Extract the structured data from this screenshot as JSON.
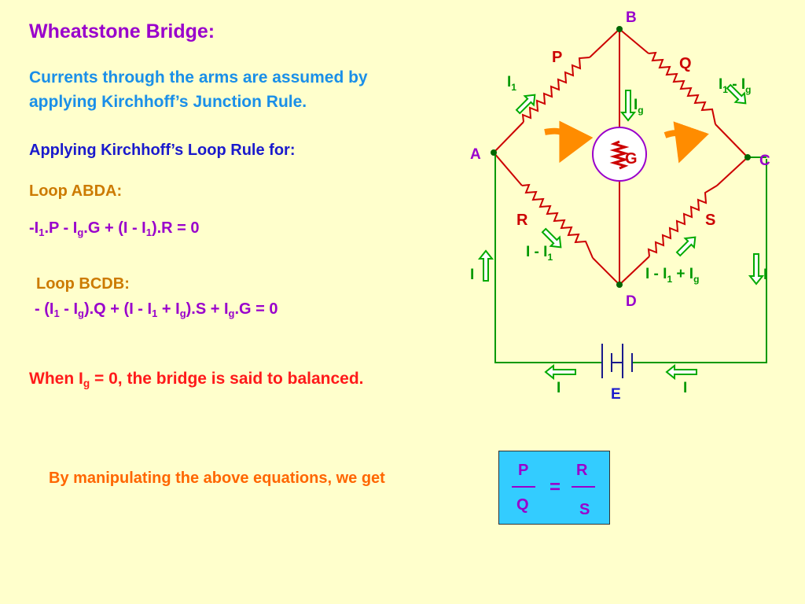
{
  "title": "Wheatstone Bridge:",
  "intro": {
    "line1": "Currents through the arms are assumed by",
    "line2": "applying Kirchhoff’s Junction Rule."
  },
  "loop_rule_heading": "Applying Kirchhoff’s Loop Rule for:",
  "loop_abda": {
    "label": "Loop ABDA:",
    "eq": [
      "-I",
      "1",
      ".P - I",
      "g",
      ".G + (I - I",
      "1",
      ").R = 0"
    ]
  },
  "loop_bcdb": {
    "label": "Loop BCDB:",
    "eq": [
      "- (I",
      "1",
      " - I",
      "g",
      ").Q + (I - I",
      "1",
      " + I",
      "g",
      ").S + I",
      "g",
      ".G = 0"
    ]
  },
  "balanced": [
    "When I",
    "g",
    " = 0, the bridge is said to balanced."
  ],
  "manipulating": "By manipulating the above equations, we get",
  "result": {
    "p": "P",
    "q": "Q",
    "equals": "=",
    "r": "R",
    "s": "S"
  },
  "diagram": {
    "nodes": {
      "a": "A",
      "b": "B",
      "c": "C",
      "d": "D",
      "e": "E"
    },
    "resistors": {
      "p": "P",
      "q": "Q",
      "r": "R",
      "s": "S",
      "g": "G"
    },
    "currents": {
      "i1": [
        "I",
        "1"
      ],
      "i1_minus_ig": [
        "I",
        "1",
        " - I",
        "g"
      ],
      "ig": [
        "I",
        "g"
      ],
      "i_minus_i1": [
        "I - I",
        "1"
      ],
      "i_minus_i1_plus_ig": [
        "I - I",
        "1",
        " + I",
        "g"
      ],
      "i": "I"
    },
    "colors": {
      "background": "#ffffcc",
      "bridge_wire": "#cc0000",
      "outer_wire": "#009900",
      "node": "#006600",
      "arrow_fill": "#ffffff",
      "arrow_stroke": "#00aa00",
      "loop_arrow": "#ff8c00",
      "galvanometer_ring": "#9900cc"
    }
  }
}
